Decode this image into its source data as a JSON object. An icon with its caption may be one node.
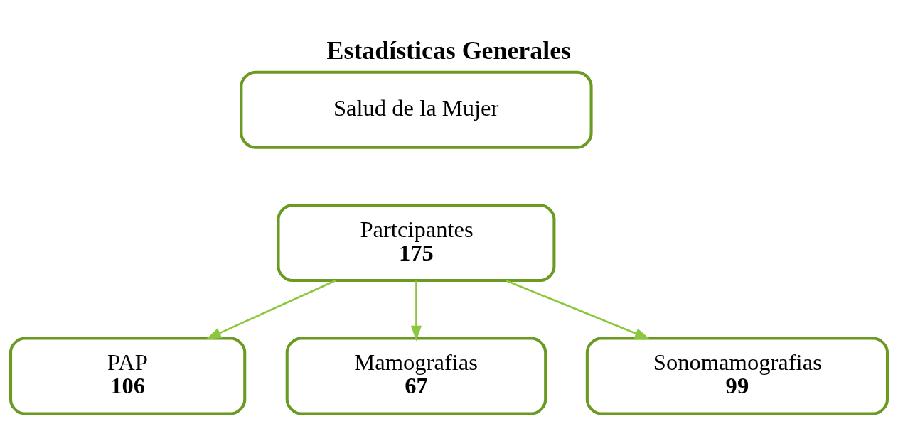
{
  "diagram": {
    "title": "Estadísticas Generales",
    "nodes": [
      {
        "text": [
          "Salud de la Mujer"
        ]
      },
      {
        "text": [
          "Partcipantes",
          "175"
        ]
      },
      {
        "text": [
          "PAP",
          "106"
        ]
      },
      {
        "text": [
          "Mamografias",
          "67"
        ]
      },
      {
        "text": [
          "Sonomamografias",
          "99"
        ]
      }
    ],
    "edges": [
      {
        "from": 1,
        "to": 2,
        "arrow": "to"
      },
      {
        "from": 1,
        "to": 3,
        "arrow": "to"
      },
      {
        "from": 1,
        "to": 4,
        "arrow": "to"
      }
    ]
  }
}
